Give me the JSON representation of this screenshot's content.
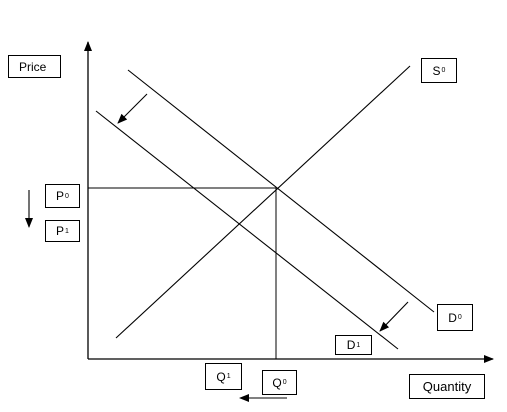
{
  "axes": {
    "y_label": "Price",
    "x_label": "Quantity"
  },
  "curves": {
    "supply": {
      "name": "S",
      "sub": "0"
    },
    "demand_original": {
      "name": "D",
      "sub": "0"
    },
    "demand_new": {
      "name": "D",
      "sub": "1"
    }
  },
  "equilibrium": {
    "price_original": {
      "name": "P",
      "sub": "0"
    },
    "price_new": {
      "name": "P",
      "sub": "1"
    },
    "quantity_original": {
      "name": "Q",
      "sub": "0"
    },
    "quantity_new": {
      "name": "Q",
      "sub": "1"
    }
  },
  "colors": {
    "line": "#000000",
    "background": "#ffffff"
  }
}
